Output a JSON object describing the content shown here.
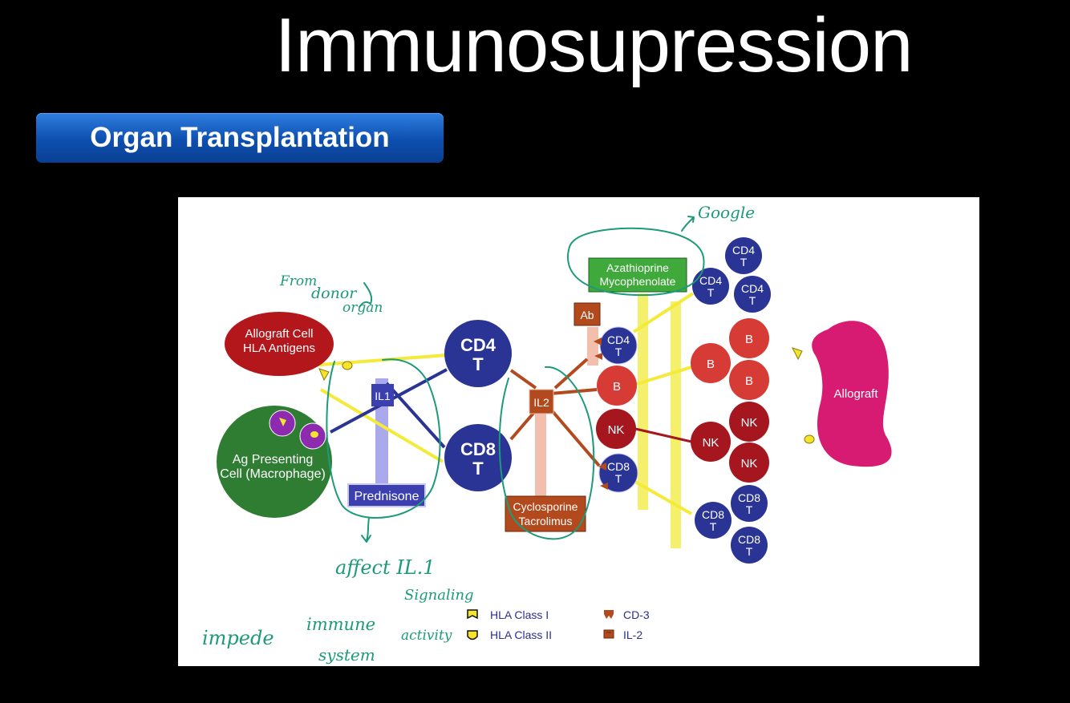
{
  "slide": {
    "title": "Immunosupression",
    "section_label": "Organ Transplantation"
  },
  "diagram": {
    "cells": {
      "allograft_cell": [
        "Allograft Cell",
        "HLA Antigens"
      ],
      "apc": [
        "Ag Presenting",
        "Cell (Macrophage)"
      ],
      "cd4_big": [
        "CD4",
        "T"
      ],
      "cd8_big": [
        "CD8",
        "T"
      ],
      "cd4_small": [
        "CD4",
        "T"
      ],
      "cd8_small": [
        "CD8",
        "T"
      ],
      "b": "B",
      "nk": "NK",
      "allograft_organ": "Allograft"
    },
    "cytokines": {
      "il1": "IL1",
      "il2": "IL2",
      "antibody": "Ab"
    },
    "drugs": {
      "prednisone": "Prednisone",
      "cyclosporine": [
        "Cyclosporine",
        "Tacrolimus"
      ],
      "azathioprine": [
        "Azathioprine",
        "Mycophenolate"
      ]
    },
    "legend": {
      "hla1": "HLA Class I",
      "hla2": "HLA Class II",
      "cd3": "CD-3",
      "il2": "IL-2"
    },
    "annotations": {
      "from_donor": [
        "From",
        "donor",
        "organ"
      ],
      "affect_il1": "affect IL.1",
      "signaling": "Signaling",
      "impede": "impede",
      "immune": "immune",
      "system": "system",
      "activity": "activity",
      "google": "Google"
    },
    "colors": {
      "allograft_cell": "#b3161b",
      "apc": "#2e7d32",
      "t_cell": "#2a3494",
      "b_cell": "#d63b36",
      "nk_cell": "#a5161f",
      "allograft_organ": "#d81b72",
      "il1": "#3b3fb0",
      "il2": "#b24a1e",
      "azathioprine": "#3fa93b",
      "annotation": "#1c9a7a"
    }
  }
}
